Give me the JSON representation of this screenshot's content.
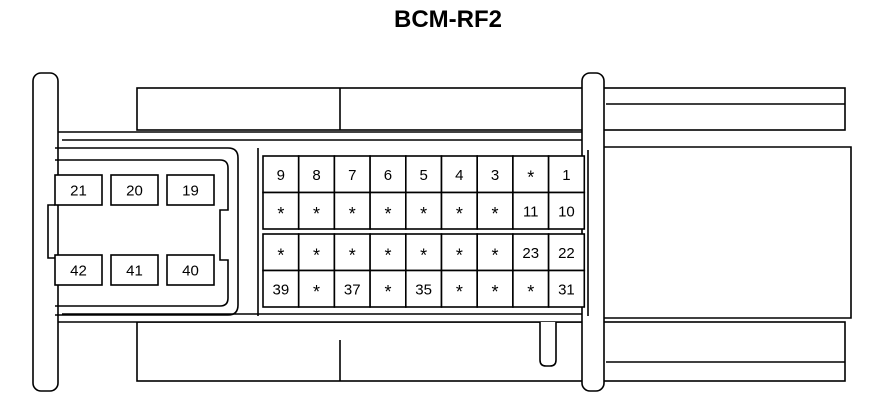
{
  "title": "BCM-RF2",
  "left_cavity": {
    "top_row": [
      "21",
      "20",
      "19"
    ],
    "bottom_row": [
      "42",
      "41",
      "40"
    ]
  },
  "pin_grid": {
    "rows": [
      [
        "9",
        "8",
        "7",
        "6",
        "5",
        "4",
        "3",
        "*",
        "1"
      ],
      [
        "*",
        "*",
        "*",
        "*",
        "*",
        "*",
        "*",
        "11",
        "10"
      ],
      [
        "*",
        "*",
        "*",
        "*",
        "*",
        "*",
        "*",
        "23",
        "22"
      ],
      [
        "39",
        "*",
        "37",
        "*",
        "35",
        "*",
        "*",
        "*",
        "31"
      ]
    ]
  },
  "colors": {
    "line": "#000000",
    "background": "#ffffff"
  }
}
